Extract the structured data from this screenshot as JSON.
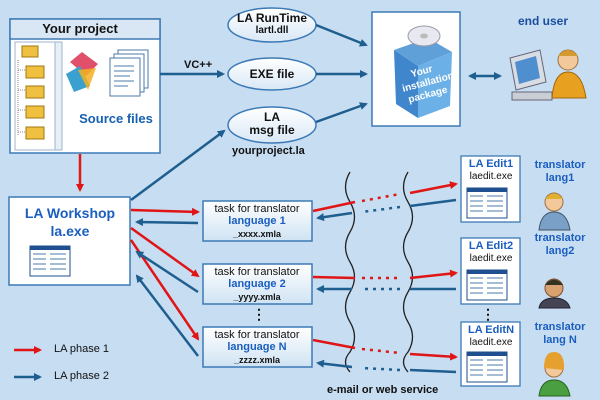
{
  "project": {
    "title": "Your project",
    "source_label": "Source files"
  },
  "compiler_label": "VC++",
  "outputs": {
    "runtime": {
      "line1": "LA RunTime",
      "line2": "lartl.dll"
    },
    "exe": {
      "label": "EXE file"
    },
    "msg": {
      "line1": "LA",
      "line2": "msg file",
      "filename": "yourproject.la"
    }
  },
  "package": {
    "line1": "Your",
    "line2": "installation",
    "line3": "package"
  },
  "end_user": {
    "label": "end user"
  },
  "workshop": {
    "title": "LA Workshop",
    "exe": "la.exe"
  },
  "tasks": [
    {
      "line1": "task for translator",
      "lang": "language 1",
      "file": "_xxxx.xmla"
    },
    {
      "line1": "task for translator",
      "lang": "language 2",
      "file": "_yyyy.xmla"
    },
    {
      "line1": "task for translator",
      "lang": "language N",
      "file": "_zzzz.xmla"
    }
  ],
  "editors": [
    {
      "title": "LA Edit1",
      "exe": "laedit.exe",
      "translator": "translator lang1"
    },
    {
      "title": "LA Edit2",
      "exe": "laedit.exe",
      "translator": "translator lang2"
    },
    {
      "title": "LA EditN",
      "exe": "laedit.exe",
      "translator": "translator lang N"
    }
  ],
  "ellipsis": "⋮",
  "transport_label": "e-mail or web service",
  "legend": {
    "phase1": "LA phase 1",
    "phase2": "LA phase 2"
  },
  "colors": {
    "background": "#c7ddf2",
    "phase1_arrow": "#e01515",
    "phase2_arrow": "#1f5f8f",
    "accent_text": "#1a5ec0"
  }
}
